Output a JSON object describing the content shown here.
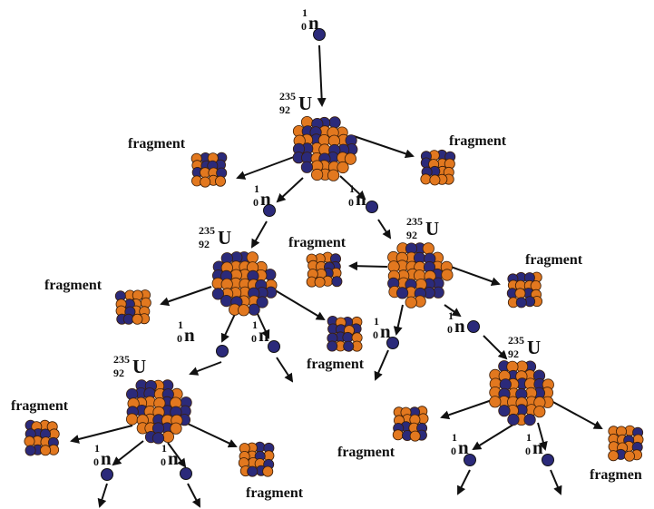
{
  "labels": {
    "fragment": "fragment",
    "fragment_cut": "fragmen",
    "neutron_symbol": "n",
    "neutron_mass": "1",
    "neutron_atomic": "0",
    "uranium_symbol": "U",
    "uranium_mass": "235",
    "uranium_atomic": "92"
  },
  "colors": {
    "proton": "#e2781f",
    "neutron": "#2b2a7a",
    "outline": "#3a1d08",
    "arrow": "#111111"
  },
  "nodes": [
    {
      "id": "n0",
      "kind": "neutron"
    },
    {
      "id": "u1",
      "kind": "uranium"
    },
    {
      "id": "f1a",
      "kind": "fragment"
    },
    {
      "id": "f1b",
      "kind": "fragment"
    },
    {
      "id": "n1a",
      "kind": "neutron"
    },
    {
      "id": "n1b",
      "kind": "neutron"
    },
    {
      "id": "u2",
      "kind": "uranium"
    },
    {
      "id": "u3",
      "kind": "uranium"
    },
    {
      "id": "f2a",
      "kind": "fragment"
    },
    {
      "id": "f2b",
      "kind": "fragment"
    },
    {
      "id": "n2a",
      "kind": "neutron"
    },
    {
      "id": "n2b",
      "kind": "neutron"
    },
    {
      "id": "f3a",
      "kind": "fragment"
    },
    {
      "id": "f3b",
      "kind": "fragment"
    },
    {
      "id": "n3a",
      "kind": "neutron"
    },
    {
      "id": "n3b",
      "kind": "neutron"
    },
    {
      "id": "u4",
      "kind": "uranium"
    },
    {
      "id": "u5",
      "kind": "uranium"
    },
    {
      "id": "f4a",
      "kind": "fragment"
    },
    {
      "id": "f4b",
      "kind": "fragment"
    },
    {
      "id": "n4a",
      "kind": "neutron"
    },
    {
      "id": "n4b",
      "kind": "neutron"
    },
    {
      "id": "f5a",
      "kind": "fragment"
    },
    {
      "id": "f5b",
      "kind": "fragment"
    },
    {
      "id": "n5a",
      "kind": "neutron"
    },
    {
      "id": "n5b",
      "kind": "neutron"
    }
  ]
}
